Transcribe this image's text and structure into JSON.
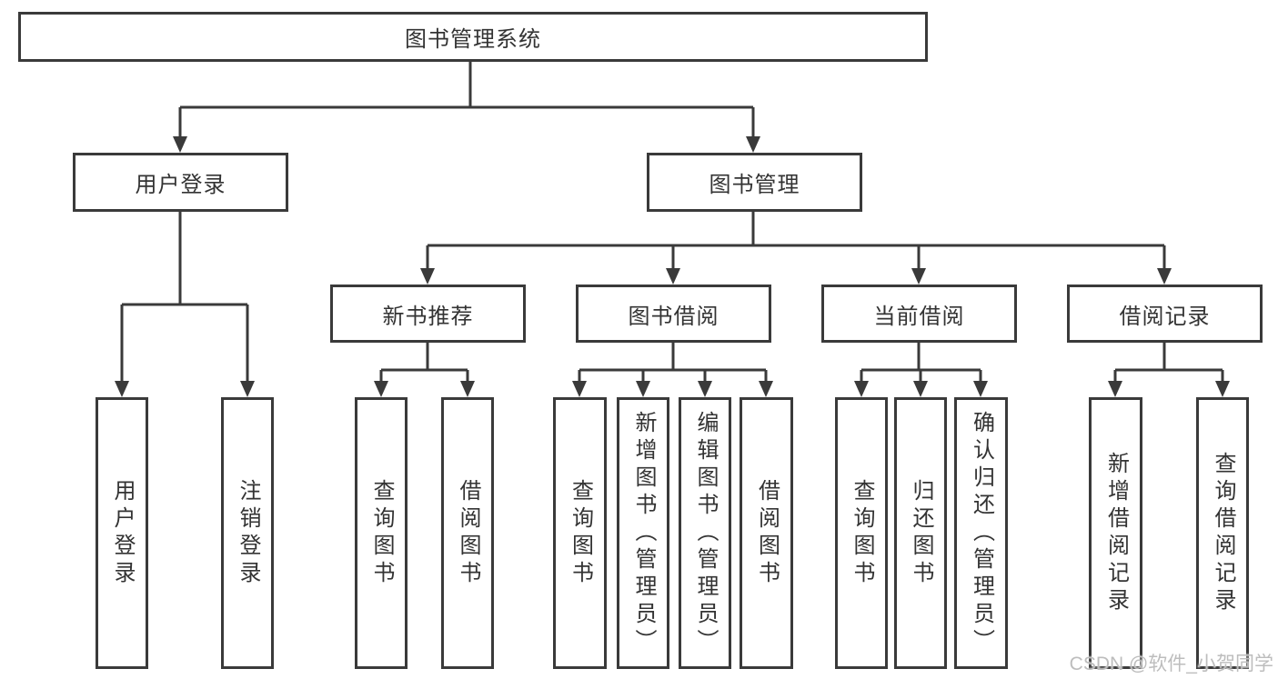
{
  "title": "图书管理系统",
  "colors": {
    "line": "#3a3a3a",
    "text": "#333333",
    "box_fill": "#ffffff",
    "background": "#ffffff",
    "watermark": "#bdbdbd"
  },
  "tree": {
    "label": "图书管理系统",
    "children": [
      {
        "label": "用户登录",
        "children": [
          {
            "label": "用户登录"
          },
          {
            "label": "注销登录"
          }
        ]
      },
      {
        "label": "图书管理",
        "children": [
          {
            "label": "新书推荐",
            "children": [
              {
                "label": "查询图书"
              },
              {
                "label": "借阅图书"
              }
            ]
          },
          {
            "label": "图书借阅",
            "children": [
              {
                "label": "查询图书"
              },
              {
                "label": "新增图书（管理员）"
              },
              {
                "label": "编辑图书（管理员）"
              },
              {
                "label": "借阅图书"
              }
            ]
          },
          {
            "label": "当前借阅",
            "children": [
              {
                "label": "查询图书"
              },
              {
                "label": "归还图书"
              },
              {
                "label": "确认归还（管理员）"
              }
            ]
          },
          {
            "label": "借阅记录",
            "children": [
              {
                "label": "新增借阅记录"
              },
              {
                "label": "查询借阅记录"
              }
            ]
          }
        ]
      }
    ]
  },
  "watermark": {
    "text": "CSDN @软件_小贺同学"
  }
}
